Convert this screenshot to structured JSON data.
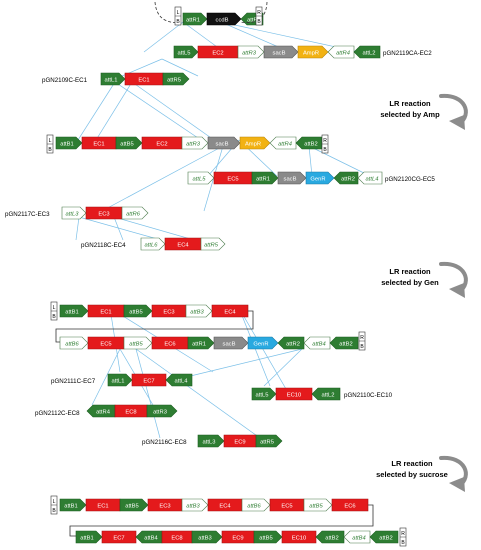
{
  "colors": {
    "att_green": "#2e7d32",
    "empty_arrow": "#ffffff",
    "ec_red": "#e41a1c",
    "ccdb_black": "#111111",
    "sacb_gray": "#8a8a8a",
    "ampr_orange": "#f2b213",
    "genr_blue": "#29a9e0",
    "link_blue": "#7cc0e8"
  },
  "steps": [
    {
      "title_line1": "LR reaction",
      "title_line2": "selected by Amp"
    },
    {
      "title_line1": "LR reaction",
      "title_line2": "selected by Gen"
    },
    {
      "title_line1": "LR reaction",
      "title_line2": "selected by sucrose"
    }
  ],
  "clone_names": {
    "dest": "pGN2119CA-EC2",
    "ec1": "pGN2109C-EC1",
    "ec5": "pGN2120CG-EC5",
    "ec3": "pGN2117C-EC3",
    "ec4": "pGN2118C-EC4",
    "ec7": "pGN2111C-EC7",
    "ec10": "pGN2110C-EC10",
    "ec8": "pGN2112C-EC8",
    "ec9": "pGN2116C-EC8"
  },
  "side_letters": {
    "top": "L",
    "bottom": "B",
    "right_top": "R",
    "right_bottom": "B"
  },
  "labels": {
    "attR1": "attR1",
    "ccdB": "ccdB",
    "attR2": "attR2",
    "attL5": "attL5",
    "EC2": "EC2",
    "attR3": "attR3",
    "sacB": "sacB",
    "AmpR": "AmpR",
    "attR4": "attR4",
    "attL2": "attL2",
    "attL1": "attL1",
    "EC1": "EC1",
    "attR5": "attR5",
    "attB1": "attB1",
    "attB5": "attB5",
    "attB2": "attB2",
    "EC5": "EC5",
    "GenR": "GenR",
    "attL4": "attL4",
    "attL3": "attL3",
    "EC3": "EC3",
    "attR6": "attR6",
    "attL6": "attL6",
    "EC4": "EC4",
    "attB3": "attB3",
    "attB6": "attB6",
    "EC6": "EC6",
    "attB4": "attB4",
    "EC7": "EC7",
    "EC8": "EC8",
    "EC9": "EC9",
    "EC10": "EC10"
  }
}
